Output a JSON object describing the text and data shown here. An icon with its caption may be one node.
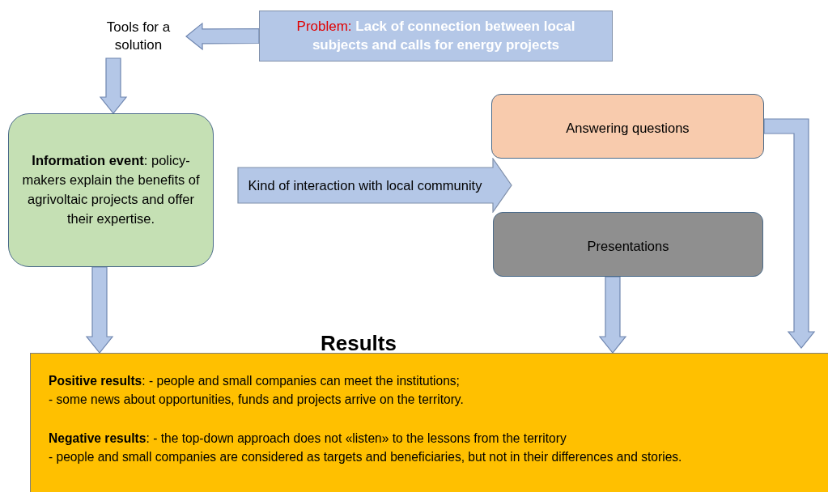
{
  "diagram": {
    "nodes": [
      {
        "text": [
          "Tools for a solution"
        ]
      },
      {
        "text": [
          "Problem:",
          "Lack of connection between local subjects and calls for energy projects"
        ]
      },
      {
        "text": [
          "**Information event**: policy-makers explain the benefits of agrivoltaic projects and offer their expertise."
        ]
      },
      {
        "text": [
          "Kind of interaction with local community"
        ]
      },
      {
        "text": [
          "Answering questions"
        ]
      },
      {
        "text": [
          "Presentations"
        ]
      },
      {
        "text": [
          "Results",
          "**Positive results**: - people and small companies can meet the institutions;",
          "- some news about opportunities, funds and projects arrive on the territory.",
          "**Negative results**: - the top-down approach does not «listen» to the lessons from the territory",
          "- people and small companies are considered as targets and beneficiaries, but not in their differences and stories."
        ]
      }
    ],
    "edges": [
      {
        "from": 1,
        "to": 0,
        "arrow": "to"
      },
      {
        "from": 0,
        "to": 2,
        "arrow": "to"
      },
      {
        "from": 2,
        "to": 6,
        "arrow": "to"
      },
      {
        "from": 5,
        "to": 6,
        "arrow": "to"
      },
      {
        "from": 4,
        "to": 6,
        "arrow": "to"
      }
    ]
  }
}
